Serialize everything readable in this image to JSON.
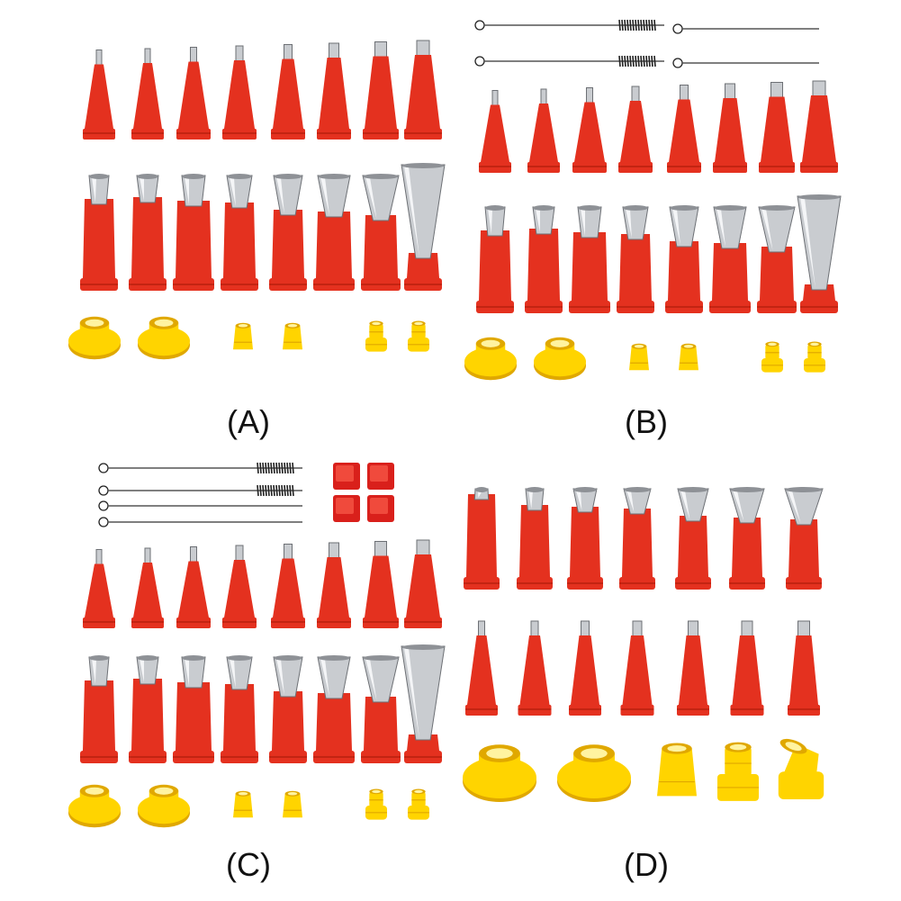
{
  "panels": [
    {
      "id": "A",
      "label": "(A)",
      "brushes": 0,
      "extended_brushes": false,
      "pads": false,
      "top_small_tips": 8,
      "large_tips": 8,
      "yellow_parts": [
        "flange",
        "flange",
        "cap",
        "cap",
        "stepped",
        "stepped"
      ]
    },
    {
      "id": "B",
      "label": "(B)",
      "brushes": 4,
      "extended_brushes": false,
      "pads": false,
      "top_small_tips": 8,
      "large_tips": 8,
      "yellow_parts": [
        "flange",
        "flange",
        "cap",
        "cap",
        "stepped",
        "stepped"
      ]
    },
    {
      "id": "C",
      "label": "(C)",
      "brushes": 4,
      "extended_brushes": true,
      "pads": true,
      "top_small_tips": 8,
      "large_tips": 8,
      "yellow_parts": [
        "flange",
        "flange",
        "cap",
        "cap",
        "stepped",
        "stepped"
      ]
    },
    {
      "id": "D",
      "label": "(D)",
      "brushes": 0,
      "extended_brushes": false,
      "pads": false,
      "top_wide_tips": 7,
      "small_tips": 7,
      "yellow_parts": [
        "flange",
        "flange",
        "cap",
        "stepped",
        "elbow"
      ]
    }
  ],
  "colors": {
    "red": "#e4311f",
    "red_dark": "#b8200f",
    "steel": "#c9ccd0",
    "steel_dark": "#6d7075",
    "yellow": "#ffd400",
    "yellow_dark": "#e0a800",
    "brush": "#222222"
  }
}
